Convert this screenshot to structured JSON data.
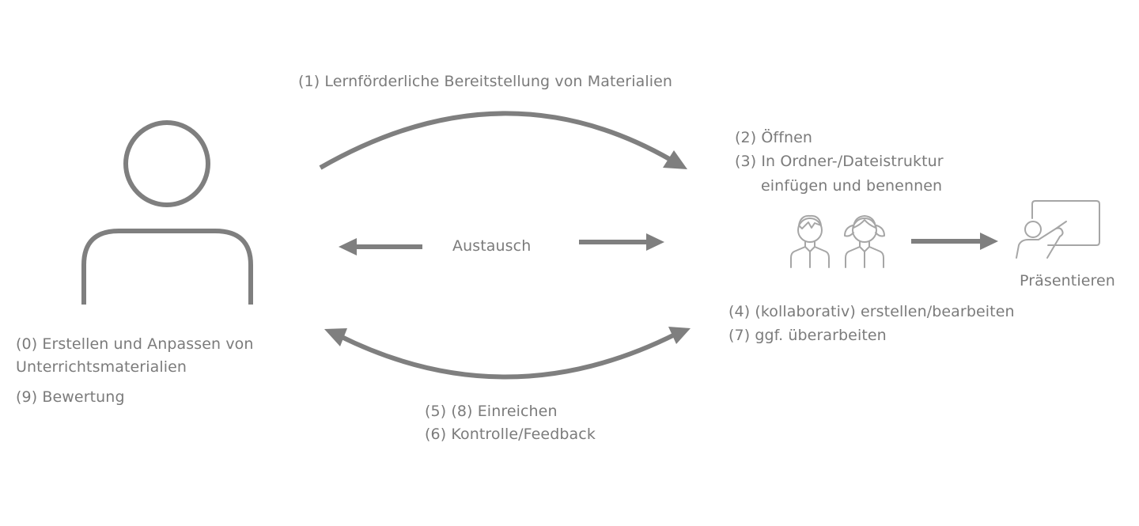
{
  "diagram": {
    "colors": {
      "stroke": "#7f7f7f",
      "icon": "#a6a6a6",
      "text": "#7b7b7b"
    },
    "icons": [
      "teacher-person-icon",
      "student-boy-icon",
      "student-girl-icon",
      "presentation-board-icon"
    ],
    "labels": {
      "top_flow": "(1) Lernförderliche Bereitstellung von Materialien",
      "open": "(2) Öffnen",
      "insert_line1": "(3) In Ordner-/Dateistruktur",
      "insert_line2": "einfügen und benennen",
      "exchange": "Austausch",
      "present": "Präsentieren",
      "create_edit": "(4) (kollaborativ) erstellen/bearbeiten",
      "revise": "(7) ggf. überarbeiten",
      "teacher_line1": "(0) Erstellen und Anpassen von",
      "teacher_line2": "Unterrichtsmaterialien",
      "grade": "(9) Bewertung",
      "submit": "(5) (8) Einreichen",
      "control": "(6) Kontrolle/Feedback"
    }
  }
}
